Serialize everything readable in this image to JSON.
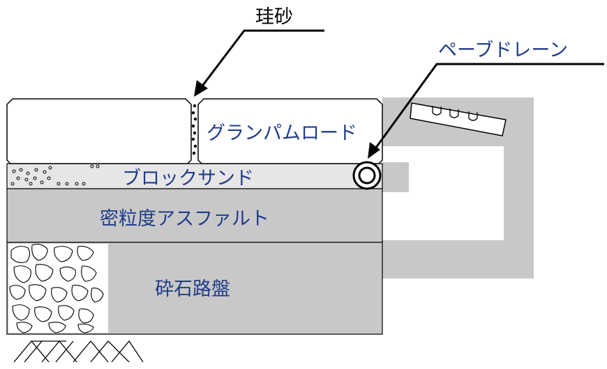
{
  "labels": {
    "silica_sand": "珪砂",
    "pave_drain": "ペーブドレーン",
    "granpam_road": "グランパムロード",
    "block_sand": "ブロックサンド",
    "dense_asphalt": "密粒度アスファルト",
    "crushed_stone_base": "砕石路盤"
  },
  "colors": {
    "layer_gray": "#c8c8c8",
    "block_sand_fill": "#e6e6e6",
    "label_blue": "#1f3c8a",
    "outline": "#000000",
    "background": "#ffffff"
  }
}
